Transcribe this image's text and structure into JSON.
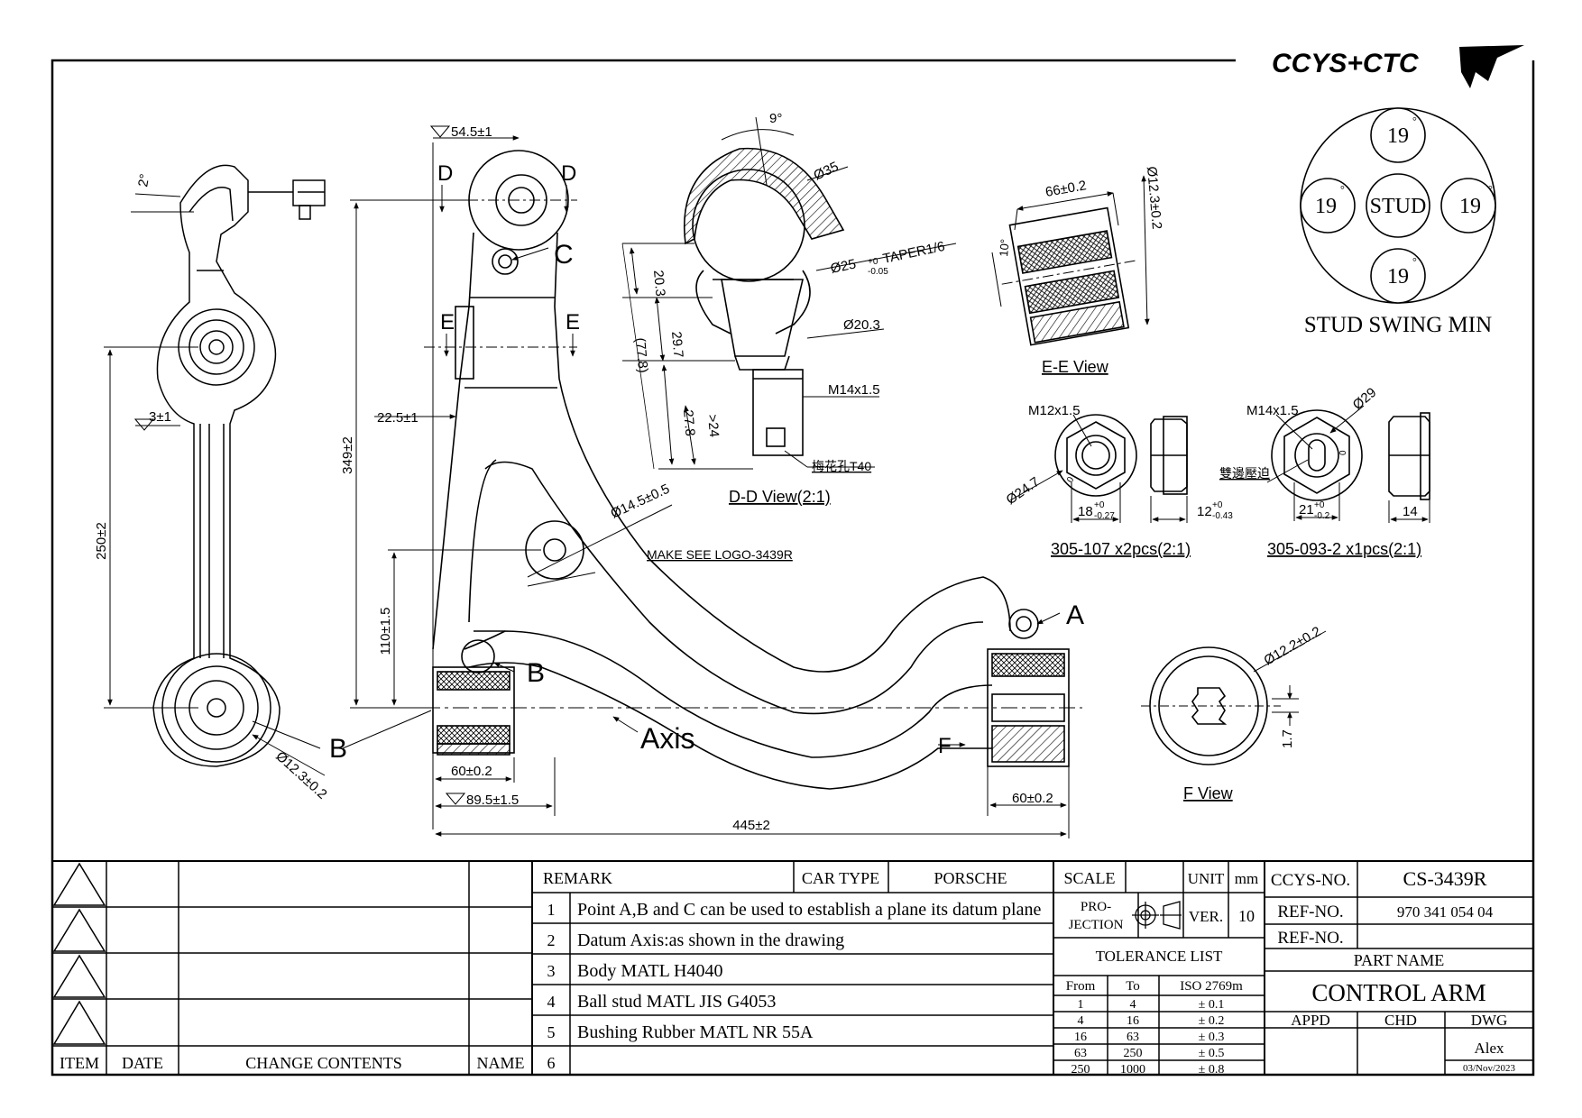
{
  "logo_text": "CCYS+CTC",
  "stud_swing": {
    "center": "STUD",
    "top": "19",
    "left": "19",
    "right": "19",
    "bottom": "19",
    "degree_mark": "°",
    "caption": "STUD SWING MIN"
  },
  "side_view": {
    "angle": "2°",
    "angle_flat": "3±1",
    "length": "250±2",
    "bore": "Ø12.3±0.2",
    "label_b": "B"
  },
  "main_view": {
    "top_flat": "54.5±1",
    "label_d": "D",
    "label_c": "C",
    "label_e": "E",
    "offset": "22.5±1",
    "height": "349±2",
    "hole": "Ø14.5±0.5",
    "logo_note": "MAKE SEE LOGO-3439R",
    "height2": "110±1.5",
    "label_a": "A",
    "label_b": "B",
    "axis": "Axis",
    "bush_left": "60±0.2",
    "bush_right": "60±0.2",
    "flat_bottom": "89.5±1.5",
    "overall": "445±2",
    "label_f": "F"
  },
  "dd_view": {
    "angle": "9°",
    "ball": "Ø35",
    "taper": "Ø25",
    "taper_tol_up": "+0",
    "taper_tol_low": "-0.05",
    "taper_note": "TAPER1/6",
    "d20": "Ø20.3",
    "h20": "20.3",
    "h29": "29.7",
    "h77": "(77.8)",
    "h27": "27.8",
    "h24": ">24",
    "thread": "M14x1.5",
    "torx": "梅花孔T40",
    "caption": "D-D View(2:1)"
  },
  "ee_view": {
    "width": "66±0.2",
    "dia": "Ø12.3±0.2",
    "angle": "10°",
    "caption": "E-E View"
  },
  "nut1": {
    "thread": "M12x1.5",
    "dia": "Ø24.7",
    "zero": "0",
    "width": "18",
    "width_up": "+0",
    "width_low": "-0.27",
    "height": "12",
    "height_up": "+0",
    "height_low": "-0.43",
    "caption": "305-107 x2pcs(2:1)"
  },
  "nut2": {
    "thread": "M14x1.5",
    "dia": "Ø29",
    "crimp": "雙邊壓迫",
    "zero": "0",
    "width": "21",
    "width_up": "+0",
    "width_low": "-0.2",
    "height": "14",
    "caption": "305-093-2 x1pcs(2:1)"
  },
  "f_view": {
    "dia": "Ø12.2±0.2",
    "offset": "1.7",
    "caption": "F View"
  },
  "revisions": {
    "headers": {
      "item": "ITEM",
      "date": "DATE",
      "change": "CHANGE CONTENTS",
      "name": "NAME"
    }
  },
  "remarks": {
    "header": "REMARK",
    "car_type_label": "CAR TYPE",
    "car_type": "PORSCHE",
    "rows": [
      {
        "no": "1",
        "text": "Point A,B and C can be used to establish a plane its datum plane"
      },
      {
        "no": "2",
        "text": "Datum Axis:as shown in the drawing"
      },
      {
        "no": "3",
        "text": "Body MATL H4040"
      },
      {
        "no": "4",
        "text": "Ball stud MATL JIS G4053"
      },
      {
        "no": "5",
        "text": "Bushing Rubber MATL NR 55A"
      },
      {
        "no": "6",
        "text": ""
      }
    ]
  },
  "info": {
    "scale_label": "SCALE",
    "unit_label": "UNIT",
    "unit": "mm",
    "projection_label_1": "PRO-",
    "projection_label_2": "JECTION",
    "ver_label": "VER.",
    "ver": "10",
    "tolerance_title": "TOLERANCE LIST",
    "tol_headers": {
      "from": "From",
      "to": "To",
      "std": "ISO 2769m"
    },
    "tolerances": [
      {
        "from": "1",
        "to": "4",
        "tol": "± 0.1"
      },
      {
        "from": "4",
        "to": "16",
        "tol": "± 0.2"
      },
      {
        "from": "16",
        "to": "63",
        "tol": "± 0.3"
      },
      {
        "from": "63",
        "to": "250",
        "tol": "± 0.5"
      },
      {
        "from": "250",
        "to": "1000",
        "tol": "± 0.8"
      }
    ]
  },
  "part": {
    "ccys_label": "CCYS-NO.",
    "ccys_no": "CS-3439R",
    "ref_label": "REF-NO.",
    "ref_no": "970 341 054 04",
    "ref_label2": "REF-NO.",
    "ref_no2": "",
    "part_name_label": "PART NAME",
    "part_name": "CONTROL ARM",
    "appd": "APPD",
    "chd": "CHD",
    "dwg": "DWG",
    "drawer": "Alex",
    "date": "03/Nov/2023"
  }
}
